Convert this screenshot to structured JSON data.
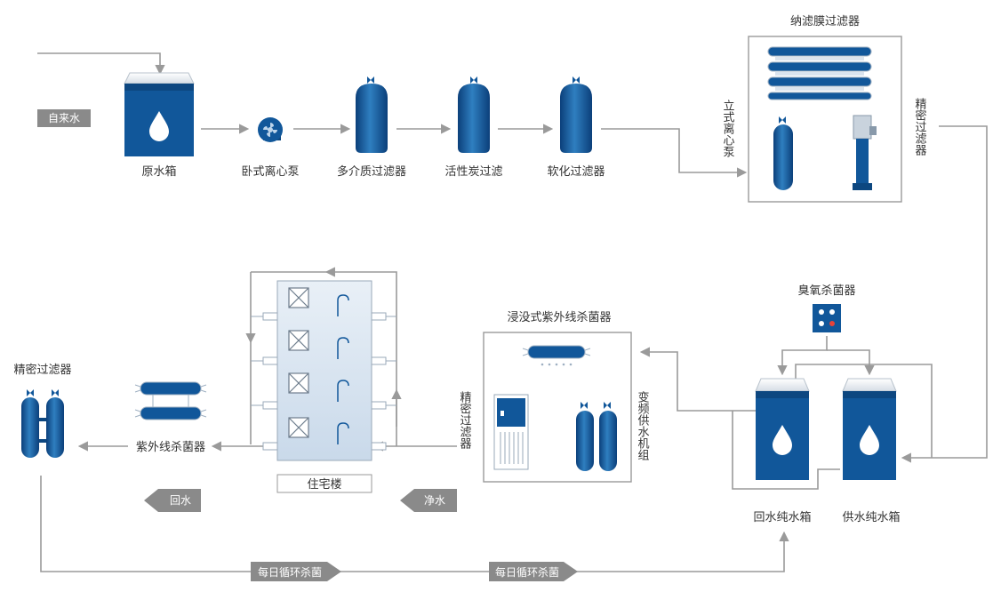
{
  "labels": {
    "tap_water": "自来水",
    "raw_tank": "原水箱",
    "horizontal_pump": "卧式离心泵",
    "multimedia_filter": "多介质过滤器",
    "carbon_filter": "活性炭过滤",
    "softener": "软化过滤器",
    "nano_filter": "纳滤膜过滤器",
    "vertical_pump": "立式离心泵",
    "precision_filter_right": "精密过滤器",
    "ozone_sterilizer": "臭氧杀菌器",
    "return_tank": "回水纯水箱",
    "supply_tank": "供水纯水箱",
    "immersion_uv": "浸没式紫外线杀菌器",
    "vfd_pump": "变频供水机组",
    "precision_filter_mid": "精密过滤器",
    "building": "住宅楼",
    "uv_sterilizer": "紫外线杀菌器",
    "precision_filter_left": "精密过滤器",
    "return_water": "回水",
    "clean_water": "净水",
    "daily_cycle_1": "每日循环杀菌",
    "daily_cycle_2": "每日循环杀菌"
  },
  "colors": {
    "vessel": "#11579a",
    "vessel_light": "#2f86c7",
    "pipe": "#9a9a9a",
    "tag_bg": "#8a8a8a",
    "building_fill": "#dbe7f3"
  }
}
